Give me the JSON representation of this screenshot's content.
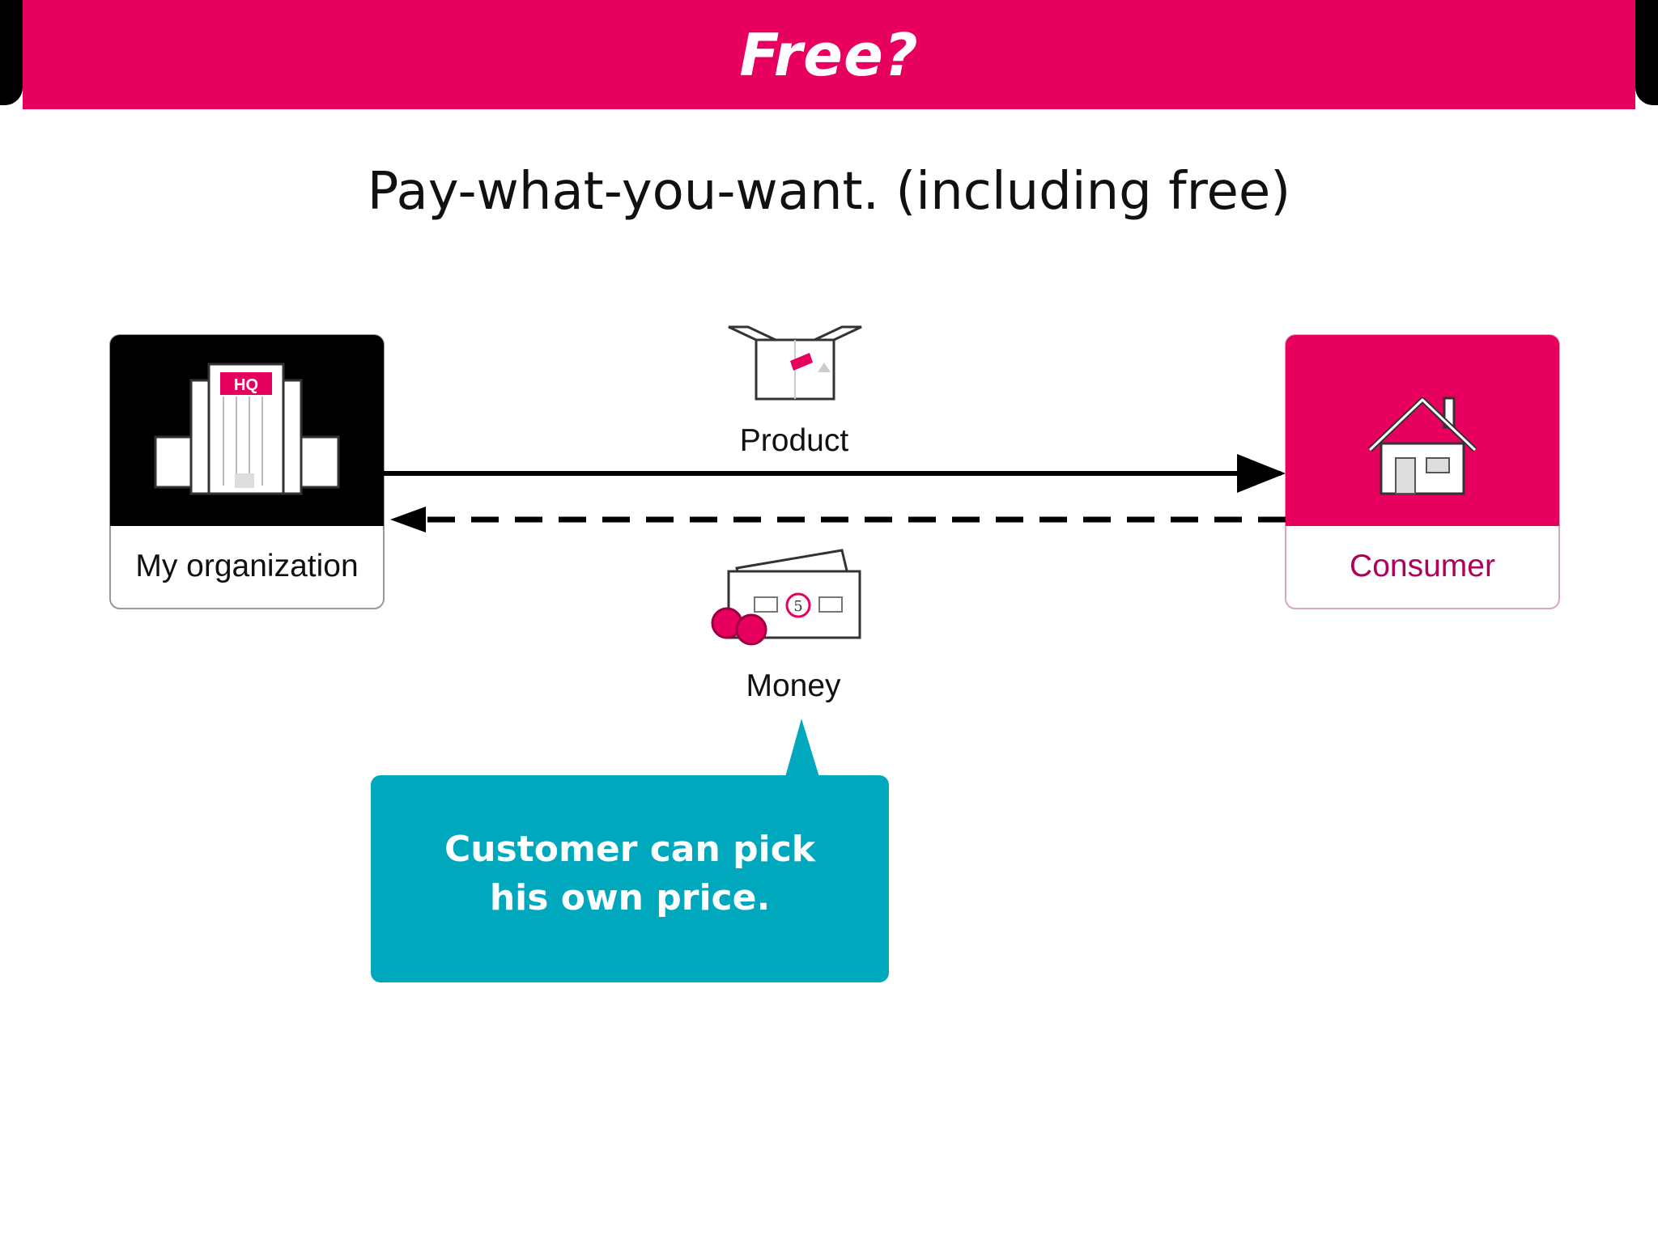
{
  "slide": {
    "title": "Free?",
    "subtitle": "Pay-what-you-want. (including free)"
  },
  "diagram": {
    "source_node": {
      "label": "My organization",
      "icon": "hq-building-icon",
      "badge": "HQ"
    },
    "target_node": {
      "label": "Consumer",
      "icon": "house-icon"
    },
    "flows": [
      {
        "label": "Product",
        "icon": "box-icon",
        "direction": "to-consumer",
        "style": "solid"
      },
      {
        "label": "Money",
        "icon": "money-icon",
        "direction": "to-organization",
        "style": "dashed",
        "banknote_value": "5"
      }
    ]
  },
  "callout": {
    "line1": "Customer can pick",
    "line2": "his own price."
  },
  "colors": {
    "brand": "#e8005e",
    "callout": "#00a8bd",
    "dark": "#000000"
  }
}
